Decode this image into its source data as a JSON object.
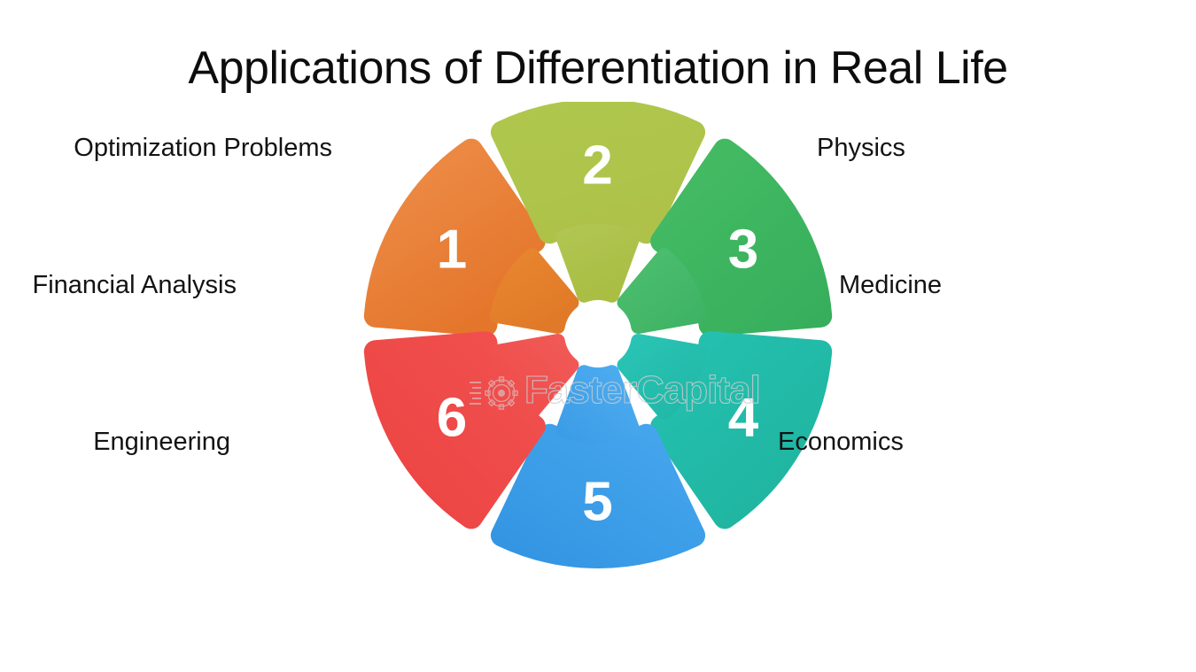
{
  "page": {
    "title": "Applications of Differentiation in Real Life",
    "background": "#ffffff"
  },
  "diagram": {
    "type": "hexafoil-segmented-wheel",
    "segment_count": 6,
    "segments": [
      {
        "number": "1",
        "label": "Optimization Problems",
        "side": "left",
        "color": "#E8803A",
        "color_dark": "#E07A2E",
        "angle_deg": 300
      },
      {
        "number": "2",
        "label": "Physics",
        "side": "right",
        "color": "#AEC44B",
        "color_dark": "#A6BD3F",
        "angle_deg": 0
      },
      {
        "number": "3",
        "label": "Medicine",
        "side": "right",
        "color": "#3FB560",
        "color_dark": "#45B86A",
        "angle_deg": 60
      },
      {
        "number": "4",
        "label": "Economics",
        "side": "right",
        "color": "#22BBAD",
        "color_dark": "#1FB3A6",
        "angle_deg": 120
      },
      {
        "number": "5",
        "label": "Engineering",
        "side": "left",
        "color": "#3D9FE8",
        "color_dark": "#3897E2",
        "angle_deg": 180
      },
      {
        "number": "6",
        "label": "Financial Analysis",
        "side": "left",
        "color": "#EF4A4A",
        "color_dark": "#EE4545",
        "angle_deg": 240
      }
    ]
  },
  "watermark": {
    "text": "FasterCapital",
    "icon": "gear-icon",
    "stroke_color": "#c9ccd1"
  }
}
